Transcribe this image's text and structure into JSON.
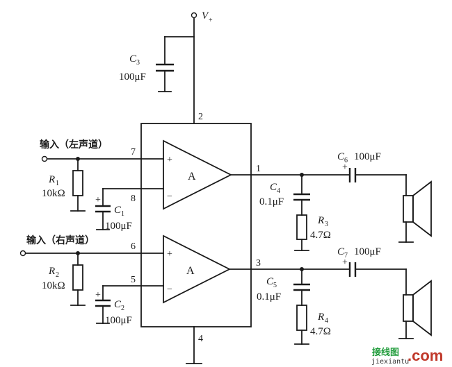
{
  "supply": {
    "label": "V",
    "sub": "+"
  },
  "chip": {
    "amp_label": "A",
    "pins": {
      "p1": "1",
      "p2": "2",
      "p3": "3",
      "p4": "4",
      "p5": "5",
      "p6": "6",
      "p7": "7",
      "p8": "8"
    },
    "plus": "+",
    "minus": "−"
  },
  "inputs": {
    "left": "输入（左声道）",
    "right": "输入（右声道）"
  },
  "components": {
    "C3": {
      "name": "C",
      "sub": "3",
      "value": "100μF"
    },
    "C1": {
      "name": "C",
      "sub": "1",
      "value": "100μF",
      "polarity": "+"
    },
    "C2": {
      "name": "C",
      "sub": "2",
      "value": "100μF",
      "polarity": "+"
    },
    "R1": {
      "name": "R",
      "sub": "1",
      "value": "10kΩ"
    },
    "R2": {
      "name": "R",
      "sub": "2",
      "value": "10kΩ"
    },
    "C4": {
      "name": "C",
      "sub": "4",
      "value": "0.1μF"
    },
    "C5": {
      "name": "C",
      "sub": "5",
      "value": "0.1μF"
    },
    "R3": {
      "name": "R",
      "sub": "3",
      "value": "4.7Ω"
    },
    "R4": {
      "name": "R",
      "sub": "4",
      "value": "4.7Ω"
    },
    "C6": {
      "name": "C",
      "sub": "6",
      "value": "100μF",
      "polarity": "+"
    },
    "C7": {
      "name": "C",
      "sub": "7",
      "value": "100μF",
      "polarity": "+"
    }
  },
  "watermark": {
    "cn": "接线图",
    "url": "jiexiantu",
    "dom": ".com"
  }
}
